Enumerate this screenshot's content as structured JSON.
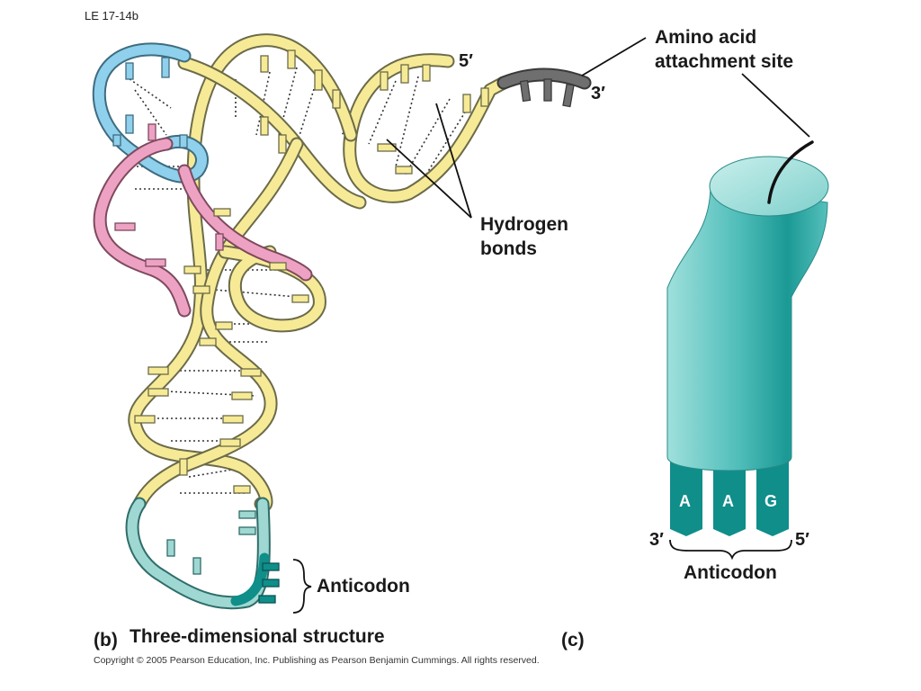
{
  "slide_id": "LE 17-14b",
  "panel_b": {
    "letter": "(b)",
    "title": "Three-dimensional structure",
    "five_prime": "5′",
    "three_prime": "3′",
    "amino_acid_site": [
      "Amino acid",
      "attachment site"
    ],
    "hydrogen_bonds": [
      "Hydrogen",
      "bonds"
    ],
    "anticodon_label": "Anticodon"
  },
  "panel_c": {
    "letter": "(c)",
    "anticodon_bases": [
      "A",
      "A",
      "G"
    ],
    "three_prime": "3′",
    "five_prime": "5′",
    "anticodon_label": "Anticodon"
  },
  "copyright": "Copyright © 2005 Pearson Education, Inc. Publishing as Pearson Benjamin Cummings. All rights reserved.",
  "colors": {
    "yellow_strand": "#f7ea96",
    "blue_loop": "#8fd0ec",
    "pink_loop": "#eea2c3",
    "teal_loop": "#9fd8d2",
    "anticodon": "#0f8e8a",
    "acceptor_end": "#6f6f6f",
    "cylinder": "#3fb7b5"
  }
}
